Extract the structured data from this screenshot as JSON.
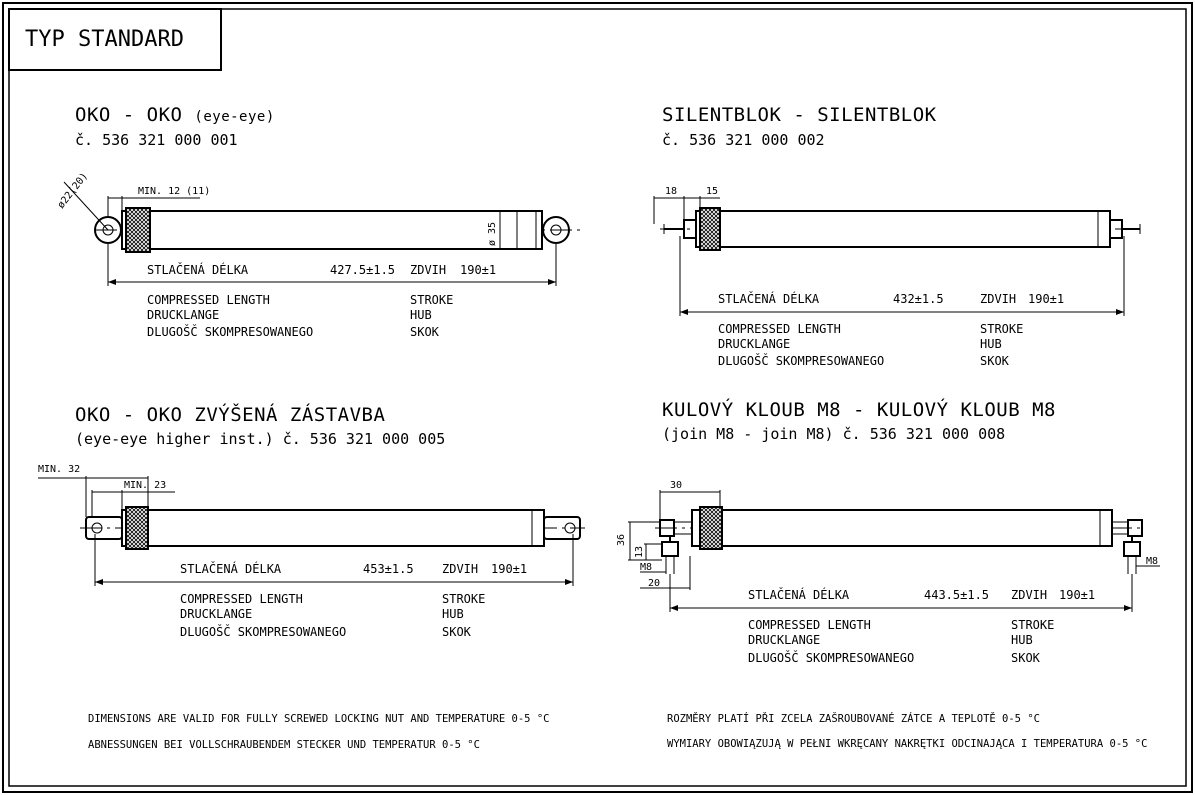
{
  "header": {
    "title": "TYP STANDARD"
  },
  "labels": {
    "compressed_cz": "STLAČENÁ DÉLKA",
    "stroke_cz": "ZDVIH",
    "compressed_en": "COMPRESSED LENGTH",
    "compressed_de": "DRUCKLANGE",
    "compressed_pl": "DLUGOŠČ SKOMPRESOWANEGO",
    "stroke_en": "STROKE",
    "stroke_de": "HUB",
    "stroke_pl": "SKOK",
    "stroke_value": "190±1"
  },
  "variants": [
    {
      "title": "OKO - OKO",
      "title_note": "(eye-eye)",
      "part_number": "č. 536 321 000 001",
      "compressed_length": "427.5±1.5",
      "dims": {
        "eye_dia": "ø22(20)",
        "min_len": "MIN. 12 (11)",
        "tube_dia": "ø 35"
      }
    },
    {
      "title": "SILENTBLOK - SILENTBLOK",
      "part_number": "č. 536 321 000 002",
      "compressed_length": "432±1.5",
      "dims": {
        "d1": "18",
        "d2": "15"
      }
    },
    {
      "title": "OKO - OKO ZVÝŠENÁ ZÁSTAVBA",
      "subtitle": "(eye-eye higher inst.) č. 536 321 000 005",
      "compressed_length": "453±1.5",
      "dims": {
        "min1": "MIN. 32",
        "min2": "MIN. 23"
      }
    },
    {
      "title": "KULOVÝ KLOUB M8 - KULOVÝ KLOUB M8",
      "subtitle": "(join M8 - join M8) č. 536 321 000 008",
      "compressed_length": "443.5±1.5",
      "dims": {
        "d30": "30",
        "d36": "36",
        "d13": "13",
        "m8": "M8",
        "d20": "20",
        "m8_right": "M8"
      }
    }
  ],
  "notes": {
    "en": "DIMENSIONS ARE VALID FOR FULLY SCREWED LOCKING NUT AND TEMPERATURE 0-5 °C",
    "de": "ABNESSUNGEN BEI VOLLSCHRAUBENDEM STECKER UND TEMPERATUR 0-5 °C",
    "cz": "ROZMĚRY PLATÍ PŘI ZCELA ZAŠROUBOVANÉ ZÁTCE A TEPLOTĚ 0-5 °C",
    "pl": "WYMIARY OBOWIĄZUJĄ W PEŁNI WKRĘCANY NAKRĘTKI ODCINAJĄCA I TEMPERATURA 0-5 °C"
  }
}
